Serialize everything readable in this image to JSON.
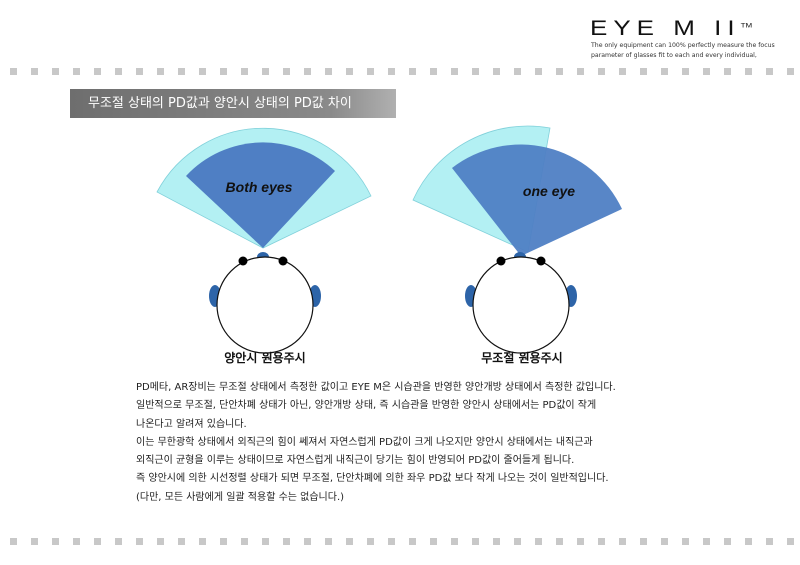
{
  "header": {
    "logo": "EYE M II",
    "trademark": "TM",
    "tagline": [
      "The only equipment can 100% perfectly measure the focus",
      "parameter of glasses fit to each and every individual,"
    ]
  },
  "title": "무조절 상태의 PD값과 양안시 상태의 PD값 차이",
  "diagrams": [
    {
      "label": "Both eyes",
      "caption": "양안시 원용주시"
    },
    {
      "label": "one eye",
      "caption": "무조절 원용주시"
    }
  ],
  "colors": {
    "light": "#a6eef2",
    "dark": "#4f7fc4",
    "ear": "#2d64a8"
  },
  "body": [
    "PD메타, AR장비는 무조절 상태에서 측정한 값이고 EYE M은 시습관을 반영한 양안개방 상태에서 측정한 값입니다.",
    "일반적으로 무조절, 단안차폐 상태가 아닌, 양안개방 상태, 즉 시습관을 반영한 양안시 상태에서는 PD값이 작게",
    "나온다고 알려져 있습니다.",
    "이는 무한광학 상태에서 외직근의 힘이 쎄져서 자연스럽게 PD값이 크게 나오지만 양안시 상태에서는 내직근과",
    "외직근이 균형을 이루는 상태이므로 자연스럽게 내직근이 당기는 힘이 반영되어 PD값이 줄어들게 됩니다.",
    "즉 양안시에 의한 시선정렬 상태가 되면 무조절, 단안차폐에 의한 좌우 PD값 보다 작게 나오는 것이 일반적입니다.",
    "(다만, 모든 사람에게 일괄 적용할 수는 없습니다.)"
  ]
}
